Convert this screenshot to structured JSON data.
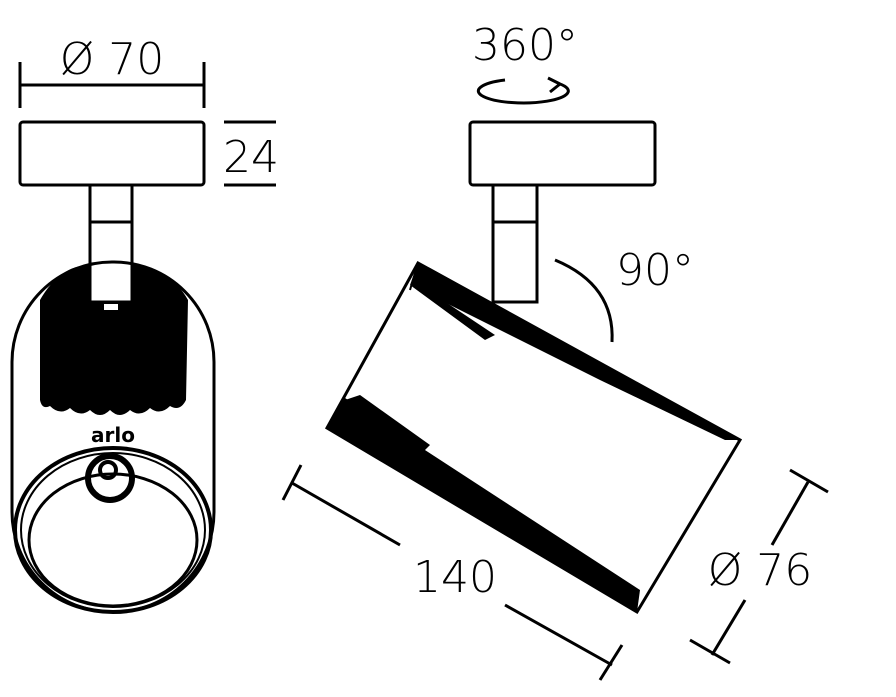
{
  "labels": {
    "base_diameter": "Ø 70",
    "base_height": "24",
    "rotation": "360°",
    "tilt": "90°",
    "length": "140",
    "body_diameter": "Ø 76"
  },
  "logo": "arlo",
  "colors": {
    "line": "#000000",
    "background": "#ffffff"
  }
}
